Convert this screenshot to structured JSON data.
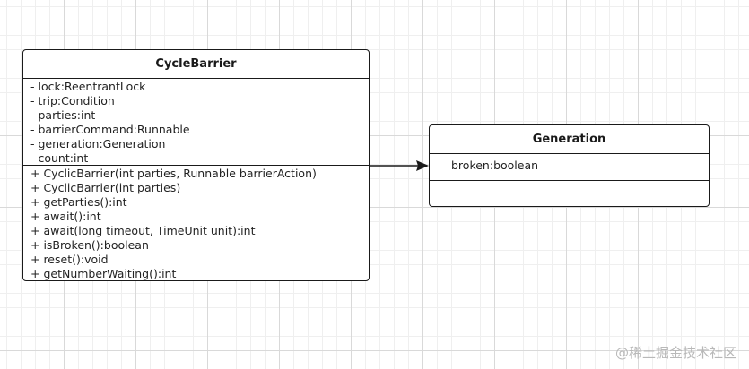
{
  "classes": {
    "cycle_barrier": {
      "name": "CycleBarrier",
      "fields": [
        "- lock:ReentrantLock",
        "- trip:Condition",
        "- parties:int",
        "- barrierCommand:Runnable",
        "- generation:Generation",
        "- count:int"
      ],
      "methods": [
        "+ CyclicBarrier(int parties, Runnable barrierAction)",
        "+ CyclicBarrier(int parties)",
        "+ getParties():int",
        "+ await():int",
        "+ await(long timeout, TimeUnit unit):int",
        "+ isBroken():boolean",
        "+ reset():void",
        "+ getNumberWaiting():int"
      ]
    },
    "generation": {
      "name": "Generation",
      "fields": [
        "broken:boolean"
      ],
      "methods": []
    }
  },
  "watermark": "@稀土掘金技术社区",
  "colors": {
    "border": "#1a1a1a",
    "grid_major": "#d9d9d9",
    "grid_minor": "#efefef",
    "watermark": "#b8b8b8"
  }
}
